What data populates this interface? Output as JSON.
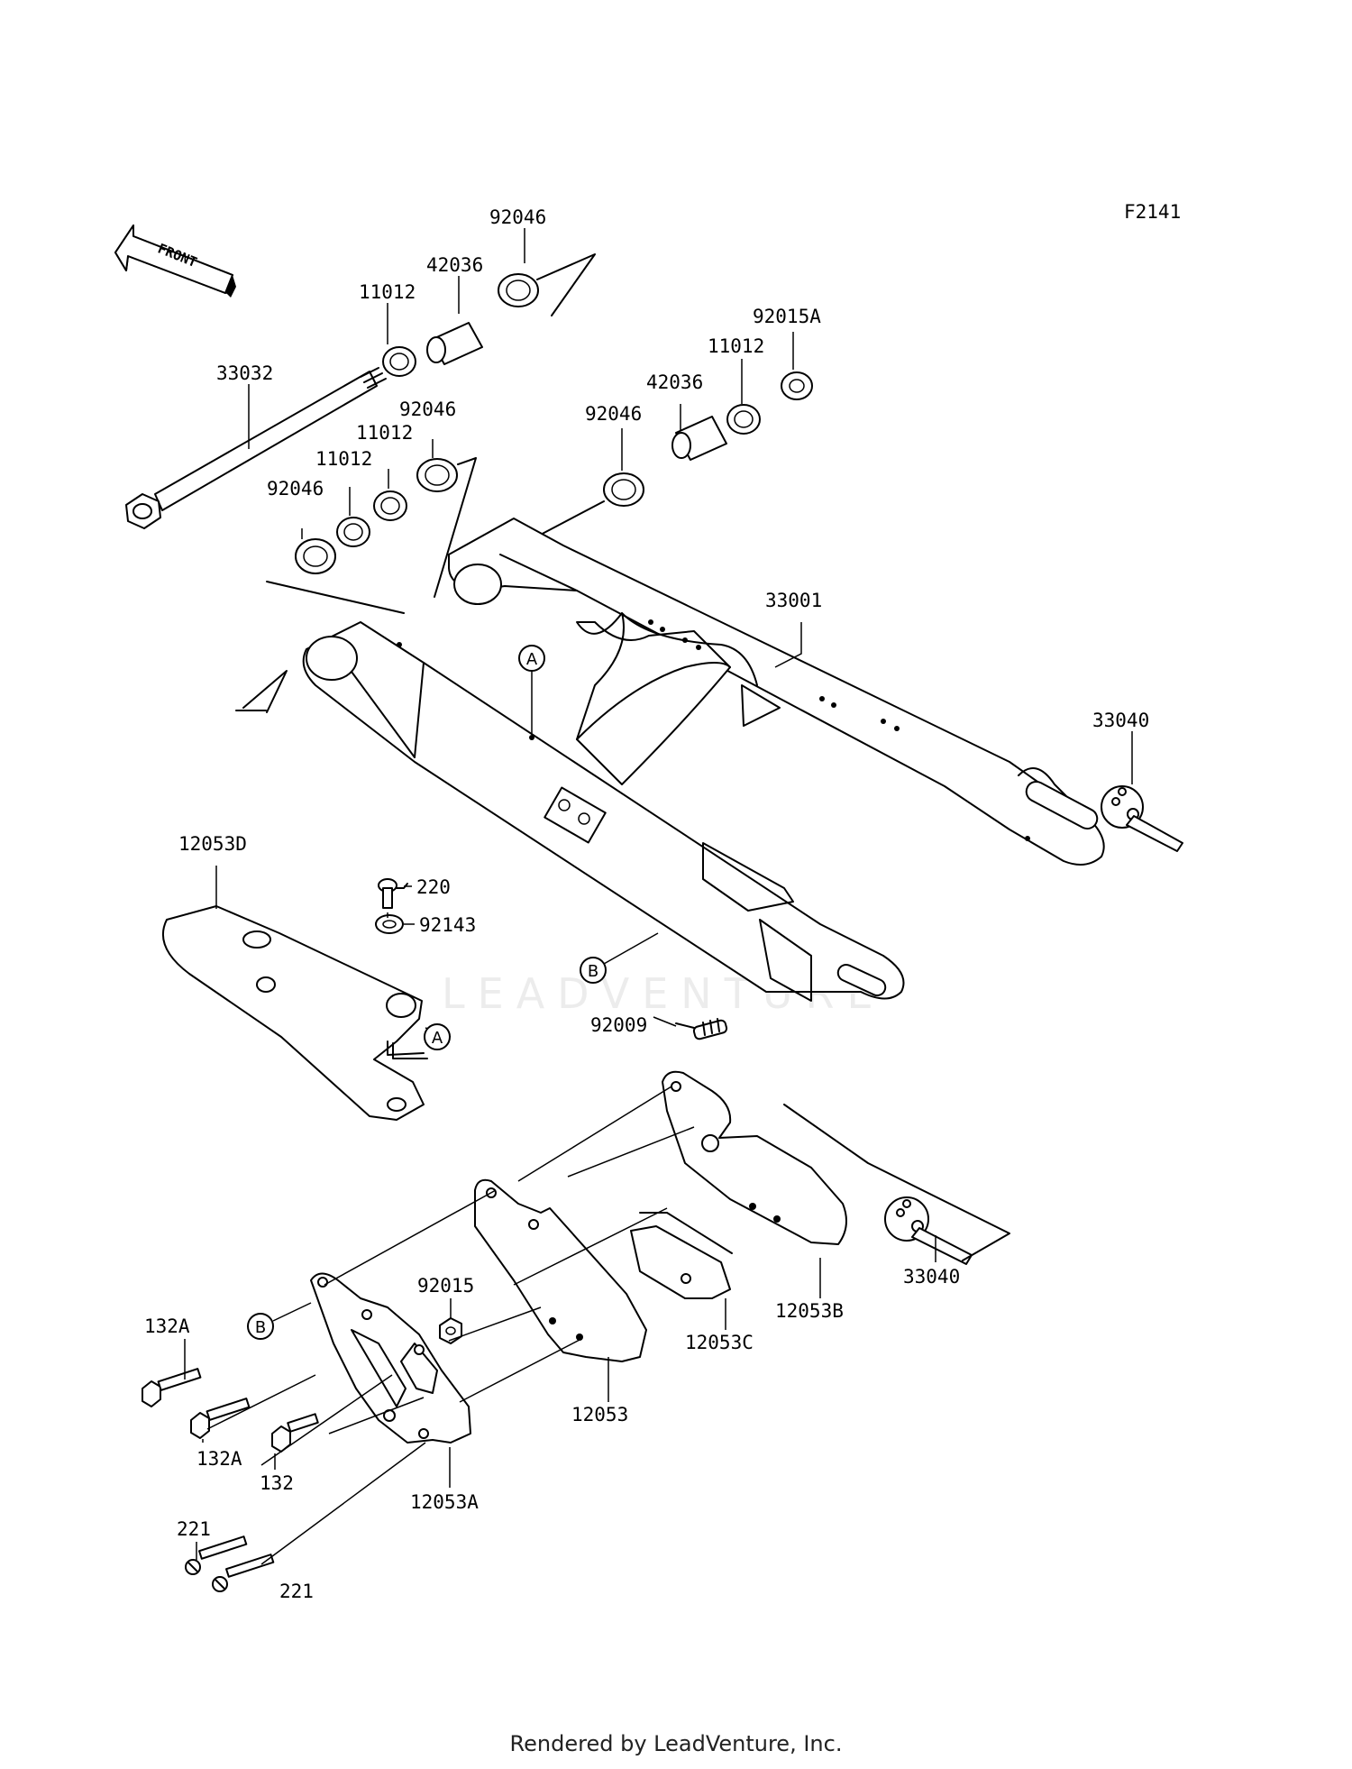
{
  "figure_code": "F2141",
  "direction_label": "FRONT",
  "watermark_text": "LEADVENTURE",
  "footer_text": "Rendered by LeadVenture, Inc.",
  "ref_letters": {
    "a": "A",
    "b": "B"
  },
  "parts": [
    {
      "key": "p92046_top",
      "label": "92046"
    },
    {
      "key": "p42036_top",
      "label": "42036"
    },
    {
      "key": "p11012_top",
      "label": "11012"
    },
    {
      "key": "p33032",
      "label": "33032"
    },
    {
      "key": "p92046_mid",
      "label": "92046"
    },
    {
      "key": "p11012_mid1",
      "label": "11012"
    },
    {
      "key": "p11012_mid2",
      "label": "11012"
    },
    {
      "key": "p92046_left",
      "label": "92046"
    },
    {
      "key": "p92015A",
      "label": "92015A"
    },
    {
      "key": "p11012_right",
      "label": "11012"
    },
    {
      "key": "p42036_right",
      "label": "42036"
    },
    {
      "key": "p92046_right",
      "label": "92046"
    },
    {
      "key": "p33001",
      "label": "33001"
    },
    {
      "key": "p33040_top",
      "label": "33040"
    },
    {
      "key": "p12053D",
      "label": "12053D"
    },
    {
      "key": "p220",
      "label": "220"
    },
    {
      "key": "p92143",
      "label": "92143"
    },
    {
      "key": "p92009",
      "label": "92009"
    },
    {
      "key": "p33040_bottom",
      "label": "33040"
    },
    {
      "key": "p12053B",
      "label": "12053B"
    },
    {
      "key": "p12053C",
      "label": "12053C"
    },
    {
      "key": "p92015",
      "label": "92015"
    },
    {
      "key": "p132A_1",
      "label": "132A"
    },
    {
      "key": "p132A_2",
      "label": "132A"
    },
    {
      "key": "p132",
      "label": "132"
    },
    {
      "key": "p12053",
      "label": "12053"
    },
    {
      "key": "p221_1",
      "label": "221"
    },
    {
      "key": "p221_2",
      "label": "221"
    },
    {
      "key": "p12053A",
      "label": "12053A"
    }
  ]
}
